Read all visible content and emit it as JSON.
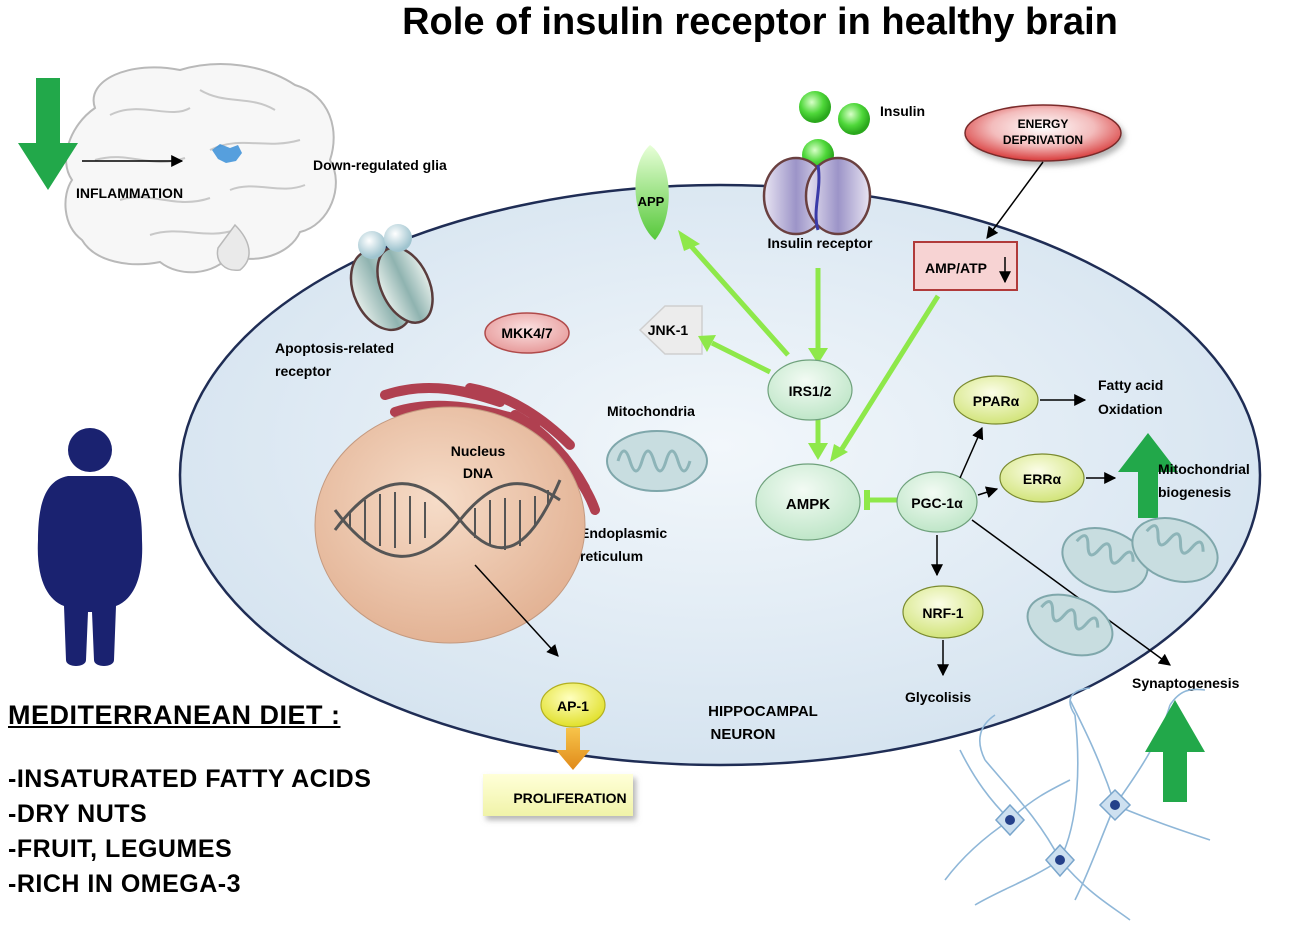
{
  "title": "Role of insulin receptor in healthy brain",
  "colors": {
    "green_arrow": "#8ee84a",
    "big_green_arrow": "#22a84a",
    "cell_fill": "#dce8f3",
    "node_fill": "#d6f0dc",
    "yellow_node": "#e6f29a",
    "energy_red": "#e34d4d",
    "amp_box": "#f7d3d3",
    "nucleus": "#eec7ad",
    "er": "#b04050",
    "silhouette": "#1a2270"
  },
  "labels": {
    "inflammation": "INFLAMMATION",
    "down_glia": "Down-regulated glia",
    "insulin": "Insulin",
    "insulin_receptor": "Insulin receptor",
    "energy_line1": "ENERGY",
    "energy_line2": "DEPRIVATION",
    "amp_atp": "AMP/ATP",
    "app": "APP",
    "apoptosis_line1": "Apoptosis-related",
    "apoptosis_line2": "receptor",
    "mkk": "MKK4/7",
    "jnk": "JNK-1",
    "irs": "IRS1/2",
    "mitochondria": "Mitochondria",
    "nucleus_line1": "Nucleus",
    "nucleus_line2": "DNA",
    "er_line1": "Endoplasmic",
    "er_line2": "reticulum",
    "ampk": "AMPK",
    "pgc": "PGC-1α",
    "ppar": "PPARα",
    "fatty_line1": "Fatty acid",
    "fatty_line2": "Oxidation",
    "err": "ERRα",
    "mito_bio_line1": "Mitochondrial",
    "mito_bio_line2": "biogenesis",
    "nrf": "NRF-1",
    "glycolisis": "Glycolisis",
    "synaptogenesis": "Synaptogenesis",
    "ap1": "AP-1",
    "proliferation": "PROLIFERATION",
    "neuron_line1": "HIPPOCAMPAL",
    "neuron_line2": "NEURON"
  },
  "diet": {
    "heading": "MEDITERRANEAN  DIET :",
    "items": [
      "-INSATURATED  FATTY ACIDS",
      "-DRY NUTS",
      "-FRUIT,  LEGUMES",
      "-RICH  IN OMEGA-3"
    ]
  }
}
